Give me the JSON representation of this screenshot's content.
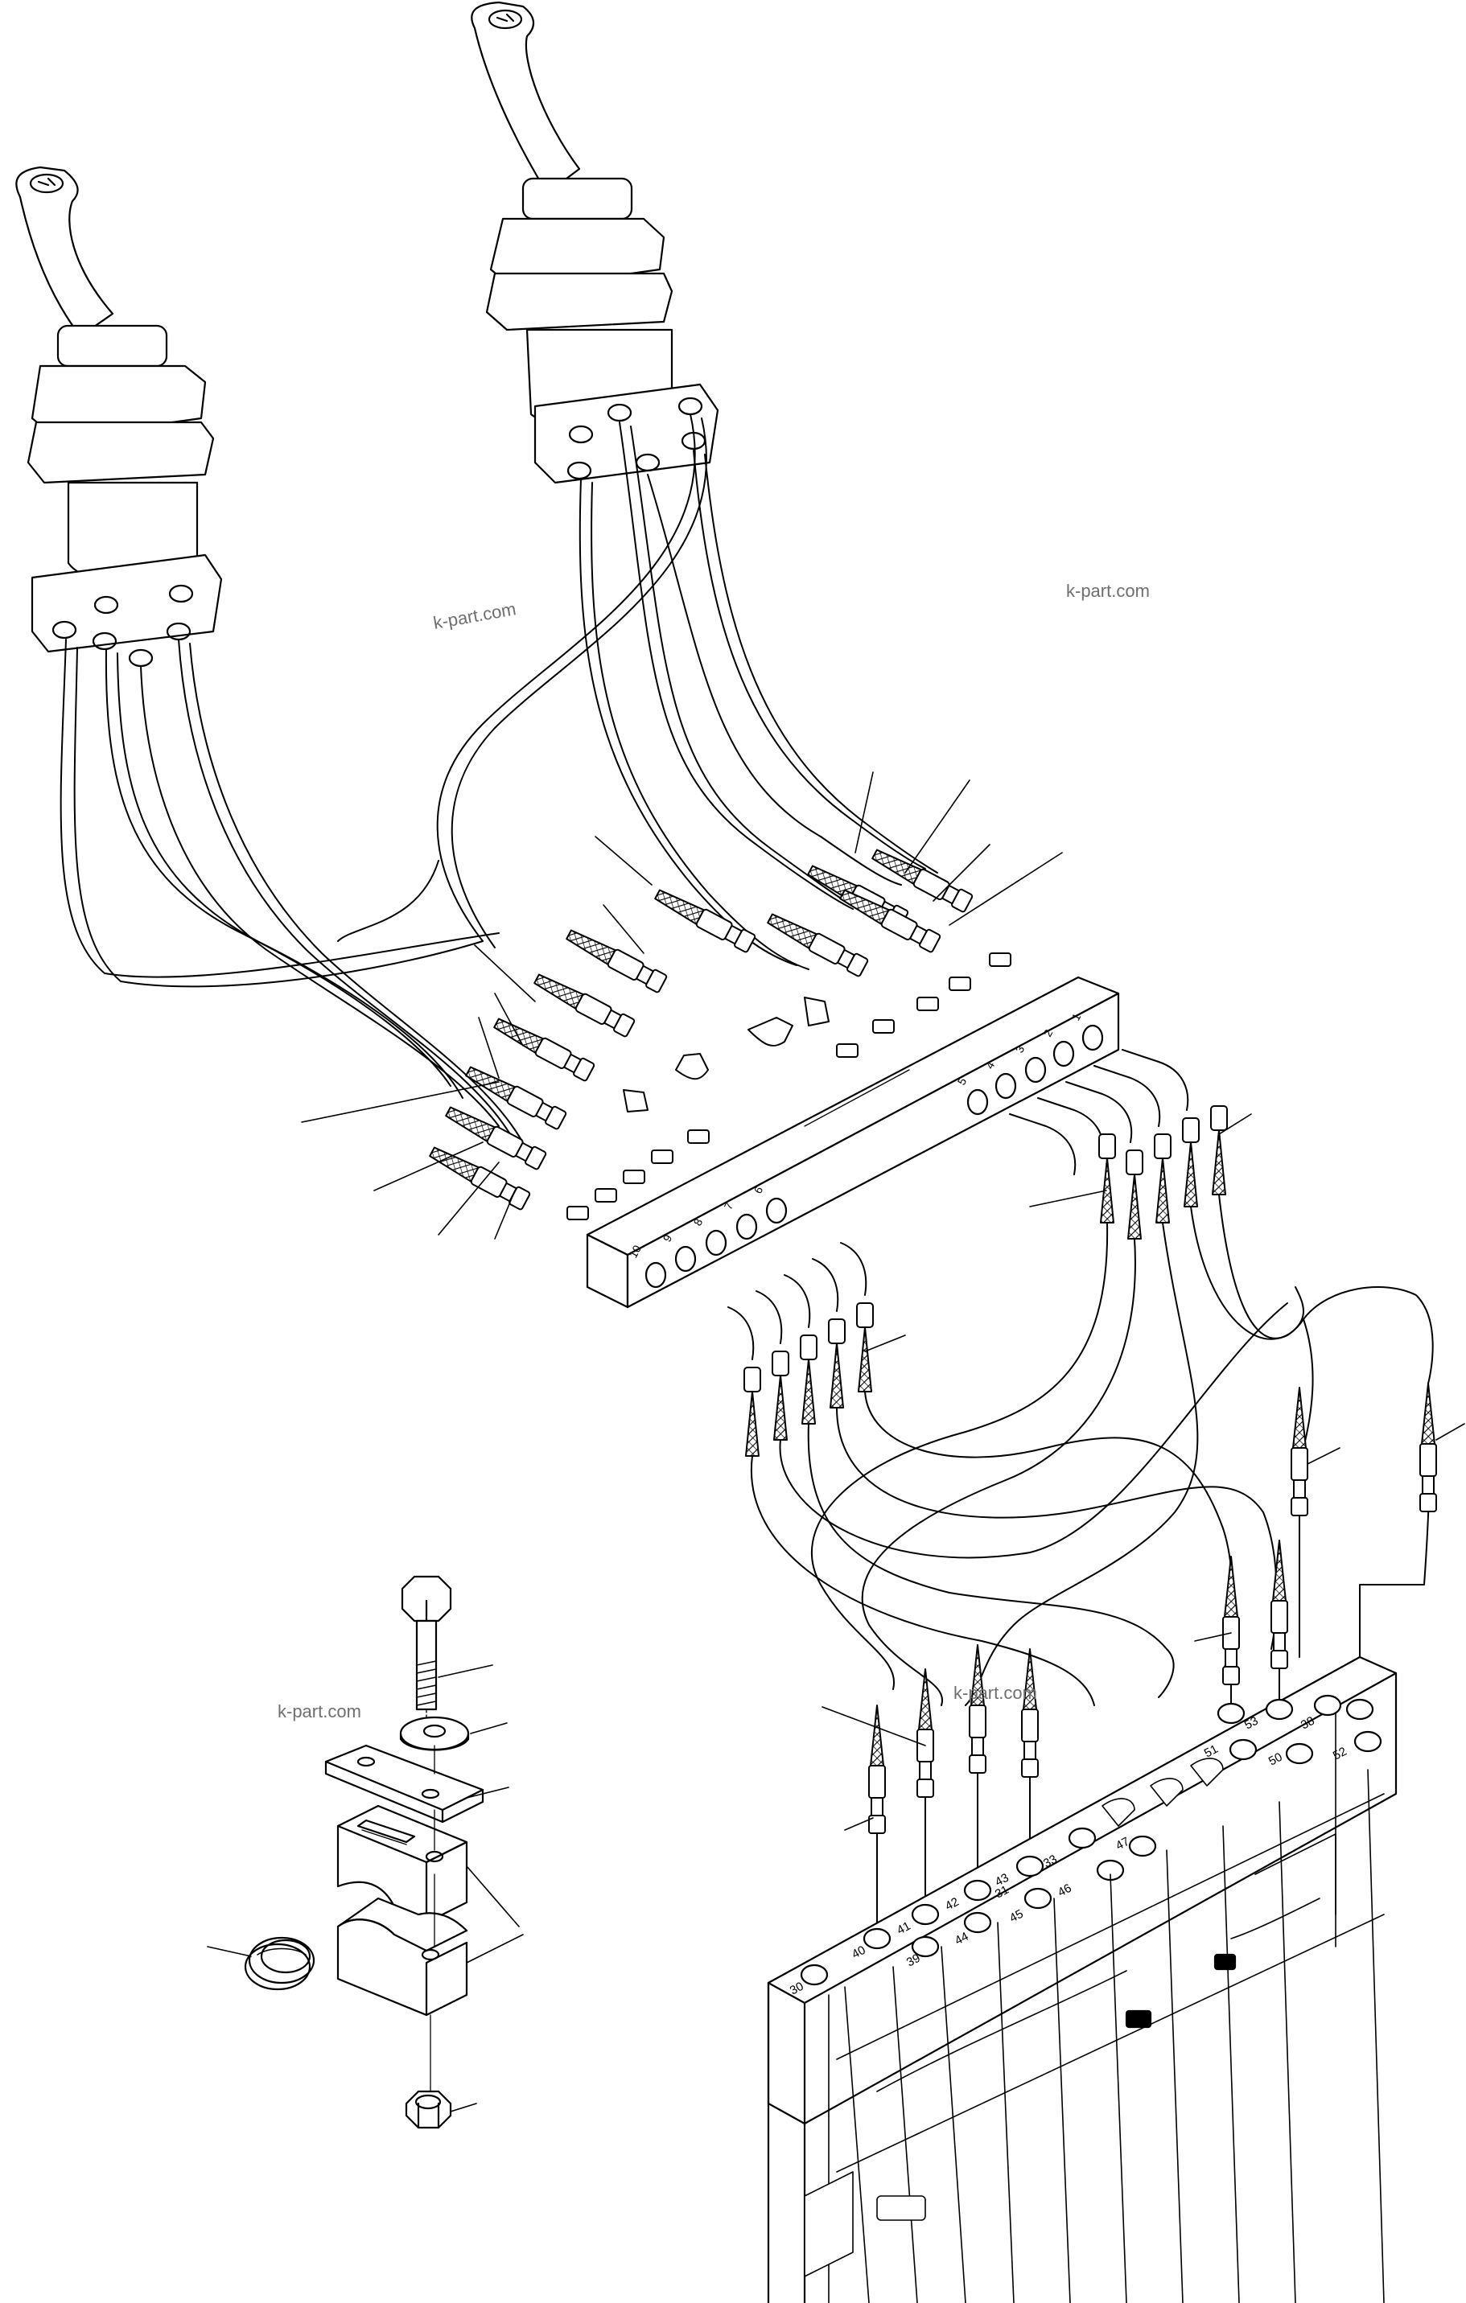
{
  "watermarks": [
    "k-part.com",
    "k-part.com",
    "k-part.com",
    "k-part.com"
  ],
  "manifold_port_numbers": [
    "1",
    "2",
    "3",
    "4",
    "5",
    "6",
    "7",
    "8",
    "9",
    "10"
  ],
  "valve_port_numbers": [
    "30",
    "31",
    "33",
    "38",
    "39",
    "40",
    "41",
    "42",
    "43",
    "44",
    "45",
    "46",
    "47",
    "50",
    "51",
    "52",
    "53"
  ],
  "colors": {
    "line": "#000000",
    "background": "#ffffff",
    "watermark": "#6f6f6f"
  }
}
